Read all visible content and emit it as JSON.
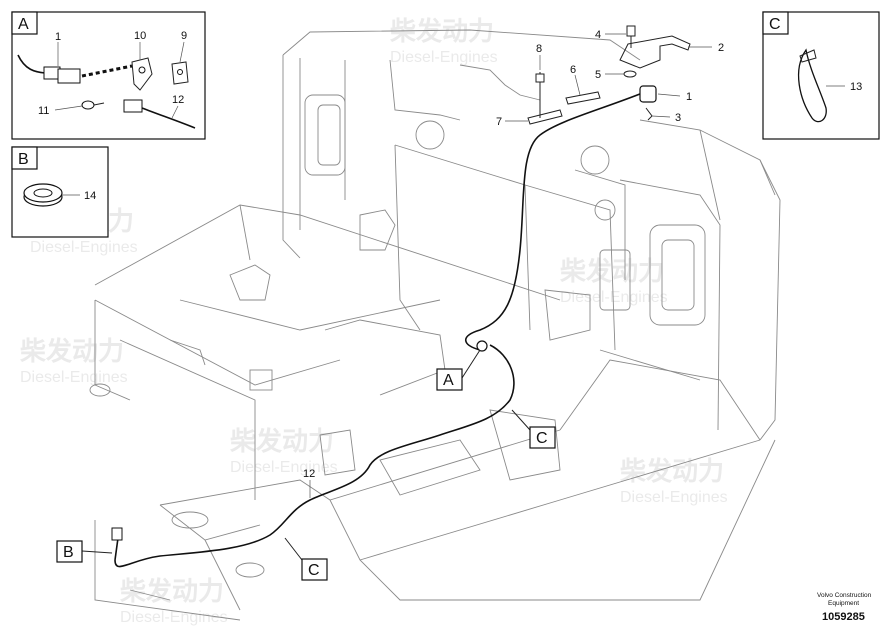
{
  "insets": {
    "A": {
      "letter": "A",
      "parts": [
        "1",
        "10",
        "9",
        "11",
        "12"
      ]
    },
    "B": {
      "letter": "B",
      "parts": [
        "14"
      ]
    },
    "C": {
      "letter": "C",
      "parts": [
        "13"
      ]
    }
  },
  "callouts": {
    "main": [
      "1",
      "2",
      "3",
      "4",
      "5",
      "6",
      "7",
      "8",
      "12"
    ],
    "letters": [
      "A",
      "B",
      "C",
      "C"
    ]
  },
  "watermark": {
    "cn": "柴发动力",
    "en": "Diesel-Engines"
  },
  "footer": {
    "brand_line1": "Volvo Construction",
    "brand_line2": "Equipment",
    "drawing_number": "1059285"
  }
}
